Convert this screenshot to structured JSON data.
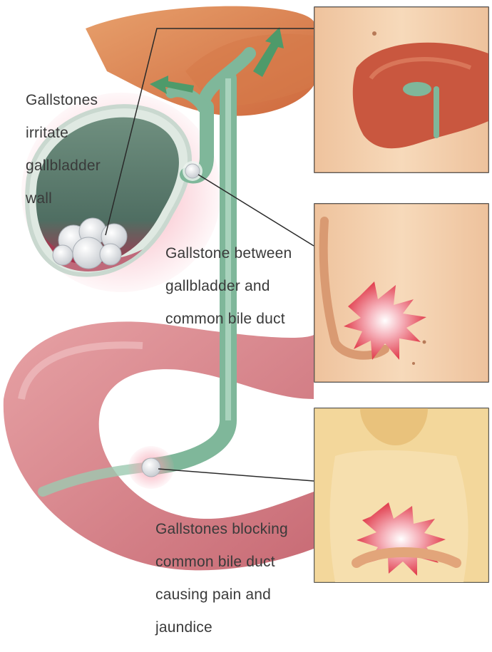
{
  "labels": {
    "irritate": [
      "Gallstones",
      "irritate",
      "gallbladder",
      "wall"
    ],
    "between": [
      "Gallstone between",
      "gallbladder and",
      "common bile duct"
    ],
    "blocking": [
      "Gallstones blocking",
      "common bile duct",
      "causing pain and",
      "jaundice"
    ]
  },
  "colors": {
    "skin": "#f3c9a0",
    "skin_shadow": "#e2a57a",
    "liver": "#c9573f",
    "bile_duct": "#7fb79a",
    "intestine": "#d98a90",
    "inflammation": "#e8506a",
    "arrow": "#4e9a6a",
    "leader_line": "#2a2a2a",
    "panel_border": "#222222"
  }
}
